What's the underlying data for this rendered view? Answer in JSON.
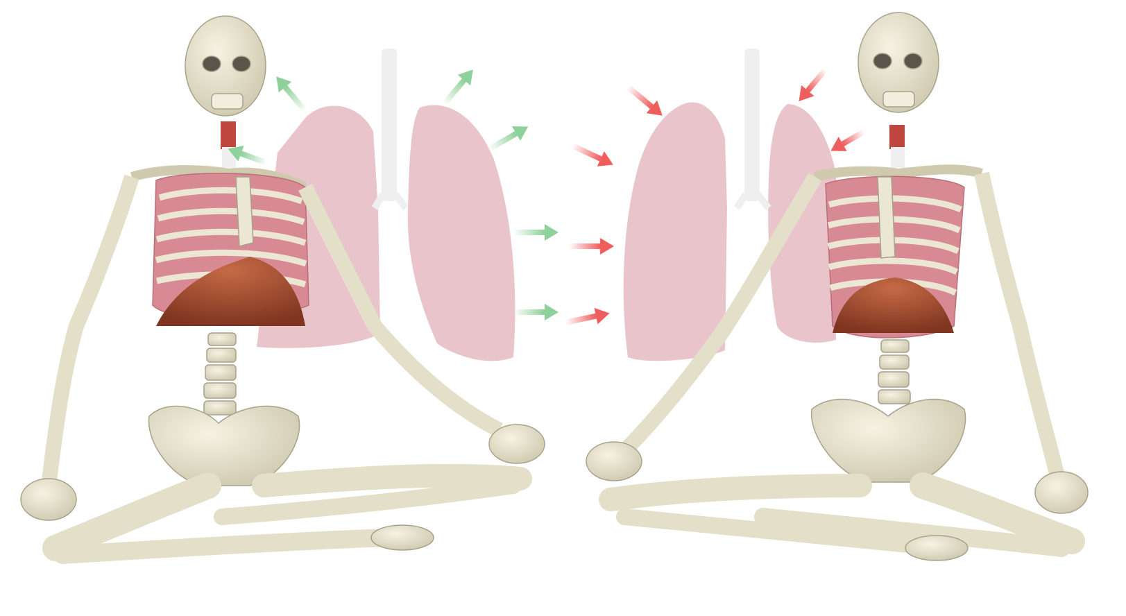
{
  "figure": {
    "panels": [
      {
        "id": "left",
        "phase": "inhalation",
        "arrow_direction": "outward"
      },
      {
        "id": "right",
        "phase": "exhalation",
        "arrow_direction": "inward"
      }
    ],
    "colors": {
      "background": "#ffffff",
      "bone": "#ebe7d3",
      "bone_shade": "#b8b29a",
      "lung": "#e7bfc5",
      "lung_inner": "#d98f99",
      "diaphragm": "#9c4a2c",
      "trachea": "#efeff0",
      "larynx": "#c0473f",
      "inhale_arrow": "#8fd19a",
      "exhale_arrow": "#f05d5d"
    },
    "icons": [
      "skeleton-figure",
      "lung-pair",
      "trachea",
      "diaphragm",
      "arrow"
    ]
  }
}
